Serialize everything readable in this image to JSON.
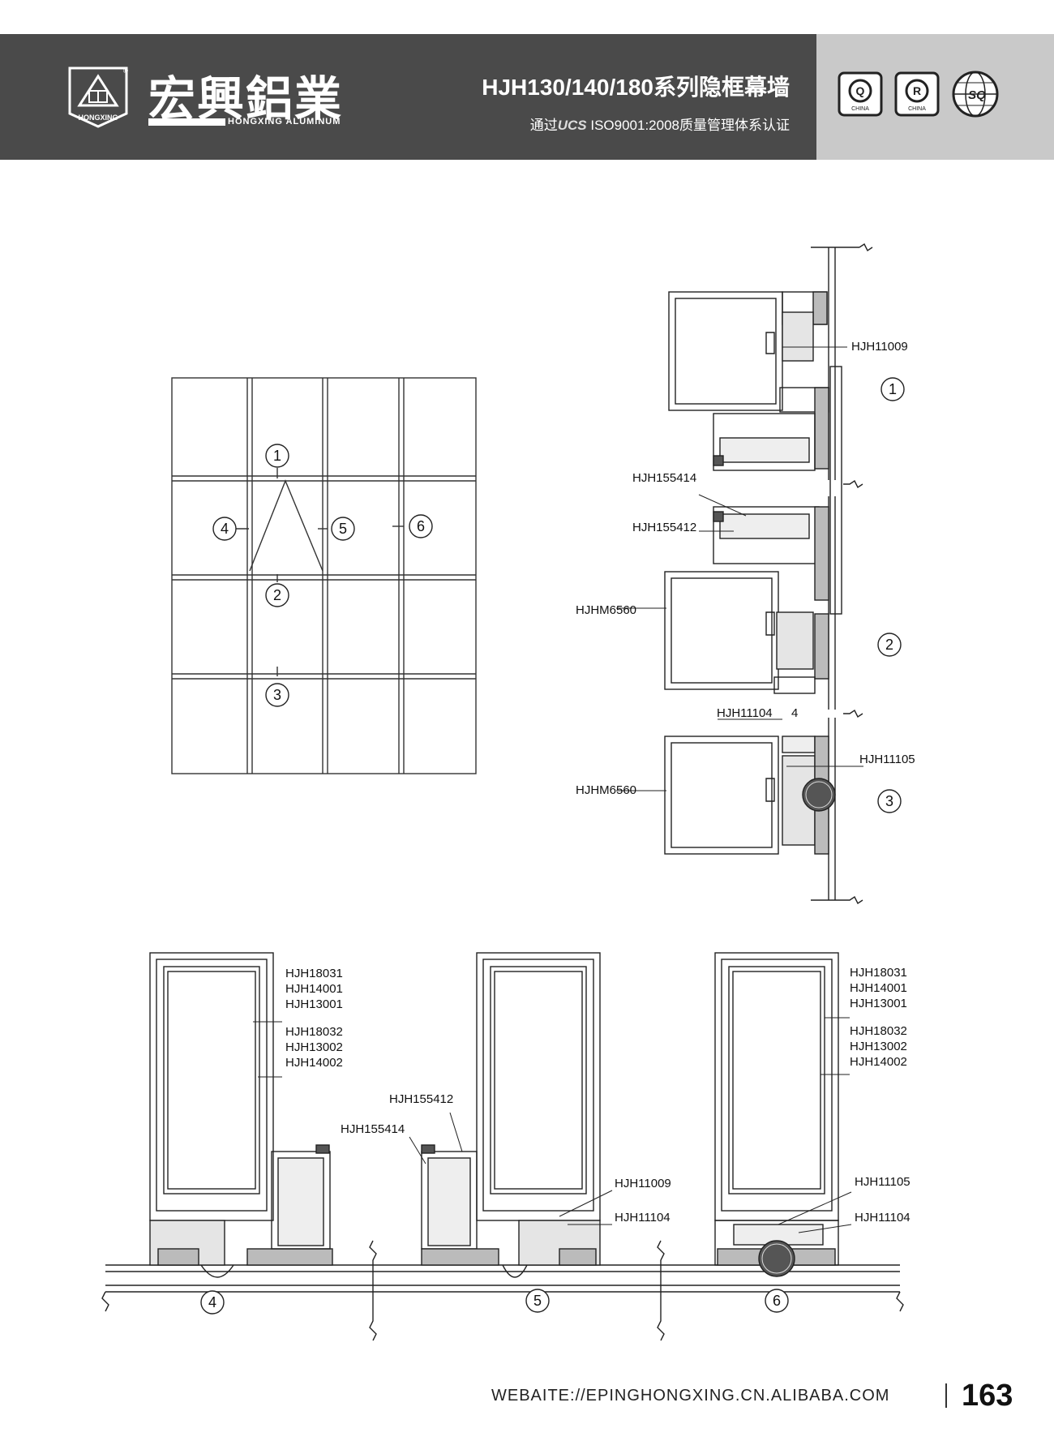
{
  "header": {
    "brand_cn": "宏興鋁業",
    "brand_en": "HONGXING ALUMINUM",
    "logo_text": "HONGXING",
    "title": "HJH130/140/180系列隐框幕墙",
    "cert_prefix": "通过",
    "cert_mark": "UCS",
    "cert_suffix": "ISO9001:2008质量管理体系认证",
    "badges": [
      "Q",
      "CHINA",
      "R",
      "CHINA",
      "SQ"
    ]
  },
  "elevation": {
    "markers": [
      "1",
      "2",
      "3",
      "4",
      "5",
      "6"
    ]
  },
  "vertical_section": {
    "labels": [
      "HJH11009",
      "HJH155414",
      "HJH155412",
      "HJHM6560",
      "HJH11104",
      "4",
      "HJH11105",
      "HJHM6560"
    ],
    "markers": [
      "1",
      "2",
      "3"
    ]
  },
  "horizontal_section": {
    "left_labels": [
      "HJH18031",
      "HJH14001",
      "HJH13001",
      "HJH18032",
      "HJH13002",
      "HJH14002",
      "HJH155412",
      "HJH155414"
    ],
    "right_labels": [
      "HJH18031",
      "HJH14001",
      "HJH13001",
      "HJH18032",
      "HJH13002",
      "HJH14002",
      "HJH11009",
      "HJH11104",
      "HJH11105",
      "HJH11104"
    ],
    "markers": [
      "4",
      "5",
      "6"
    ]
  },
  "footer": {
    "url": "WEBAITE://EPINGHONGXING.CN.ALIBABA.COM",
    "page": "163"
  }
}
